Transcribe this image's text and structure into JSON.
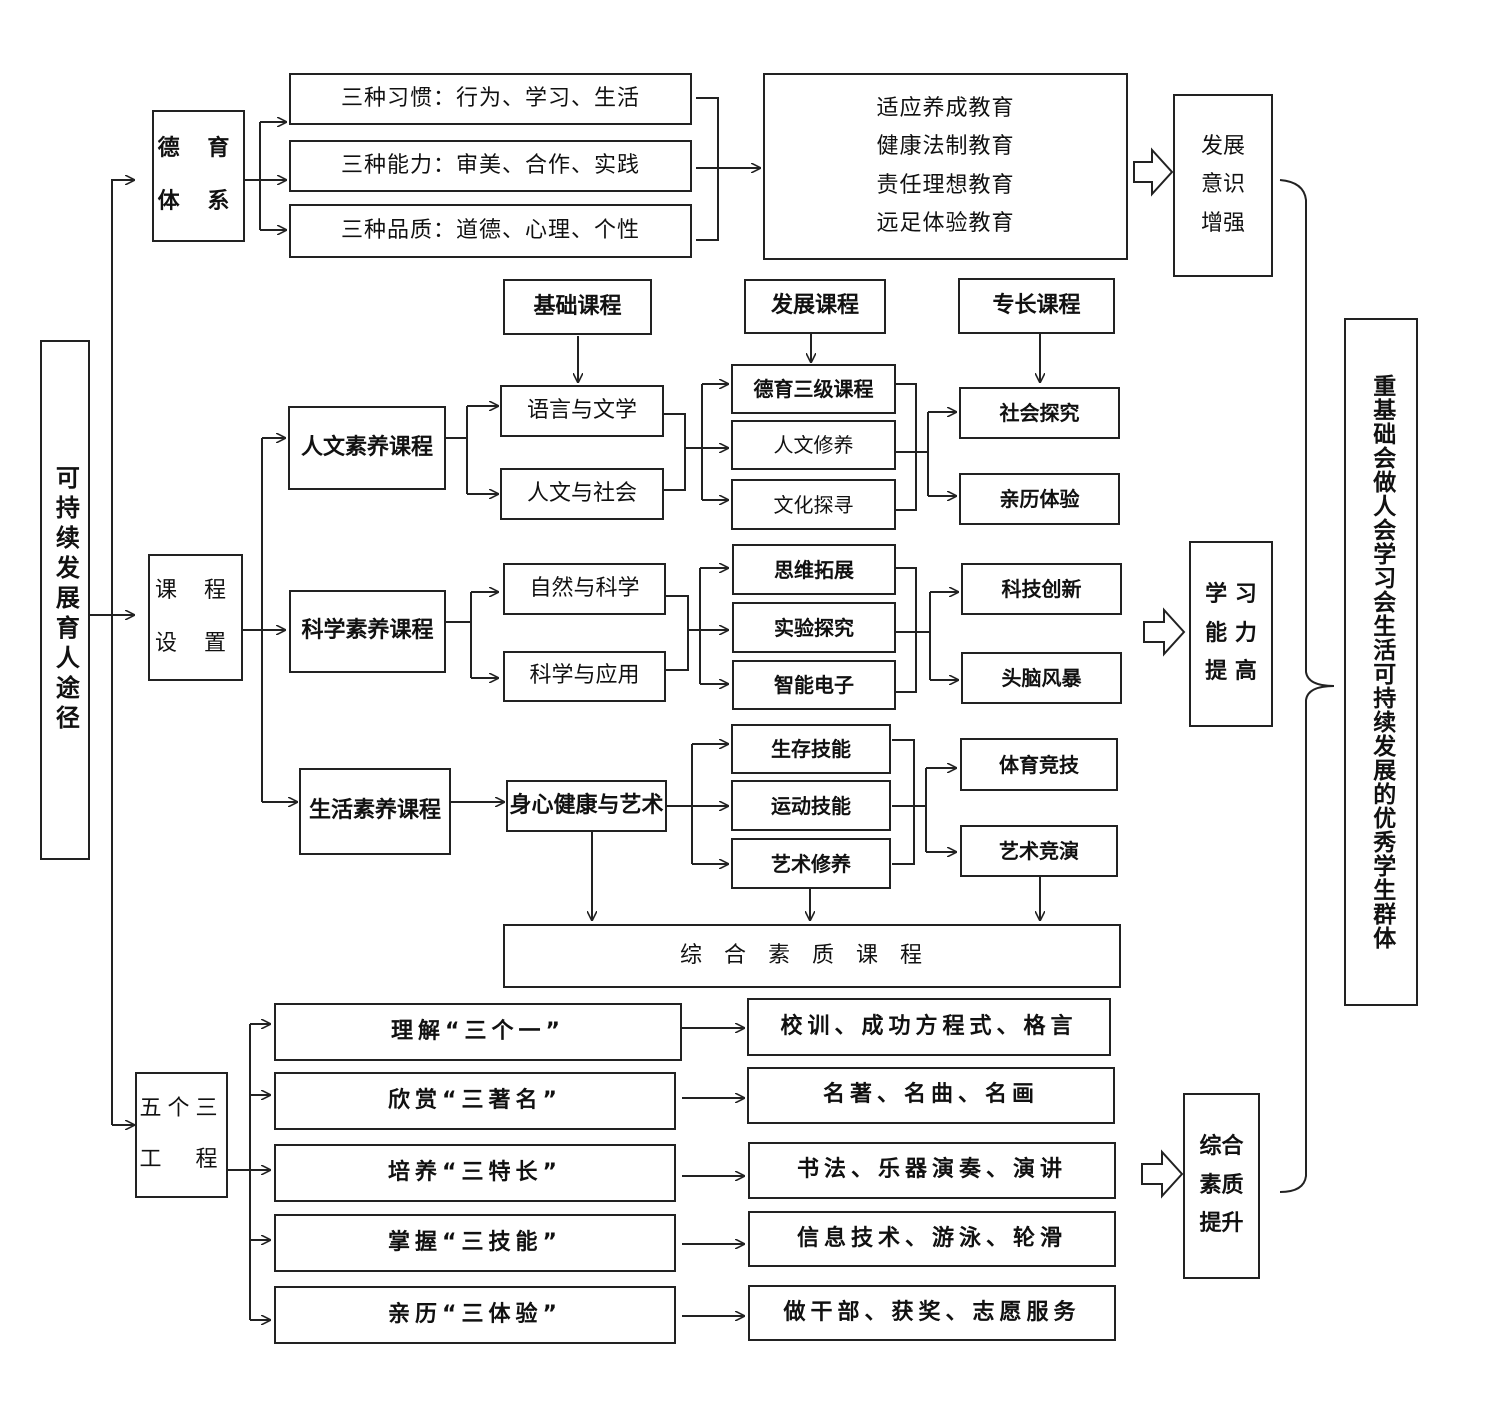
{
  "left": {
    "label": "可持续发展育人途径"
  },
  "right": {
    "label": "重基础会做人会学习会生活可持续发展的优秀学生群体"
  },
  "moral": {
    "system": "德 育\n体 系",
    "items": [
      "三种习惯：行为、学习、生活",
      "三种能力：审美、合作、实践",
      "三种品质：道德、心理、个性"
    ],
    "education": [
      "适应养成教育",
      "健康法制教育",
      "责任理想教育",
      "远足体验教育"
    ],
    "result": [
      "发展",
      "意识",
      "增强"
    ]
  },
  "course": {
    "setting": "课 程\n设 置",
    "tiers": [
      "基础课程",
      "发展课程",
      "专长课程"
    ],
    "categories": [
      "人文素养课程",
      "科学素养课程",
      "生活素养课程"
    ],
    "basic": [
      "语言与文学",
      "人文与社会",
      "自然与科学",
      "科学与应用",
      "身心健康与艺术"
    ],
    "development": [
      "德育三级课程",
      "人文修养",
      "文化探寻",
      "思维拓展",
      "实验探究",
      "智能电子",
      "生存技能",
      "运动技能",
      "艺术修养"
    ],
    "specialty": [
      "社会探究",
      "亲历体验",
      "科技创新",
      "头脑风暴",
      "体育竞技",
      "艺术竞演"
    ],
    "comprehensive": "综合素质课程",
    "result": [
      "学 习",
      "能 力",
      "提 高"
    ]
  },
  "five": {
    "label": "五个三\n工　程",
    "projects": [
      "理解“三个一”",
      "欣赏“三著名”",
      "培养“三特长”",
      "掌握“三技能”",
      "亲历“三体验”"
    ],
    "contents": [
      "校训、成功方程式、格言",
      "名著、名曲、名画",
      "书法、乐器演奏、演讲",
      "信息技术、游泳、轮滑",
      "做干部、获奖、志愿服务"
    ],
    "result": [
      "综合",
      "素质",
      "提升"
    ]
  }
}
